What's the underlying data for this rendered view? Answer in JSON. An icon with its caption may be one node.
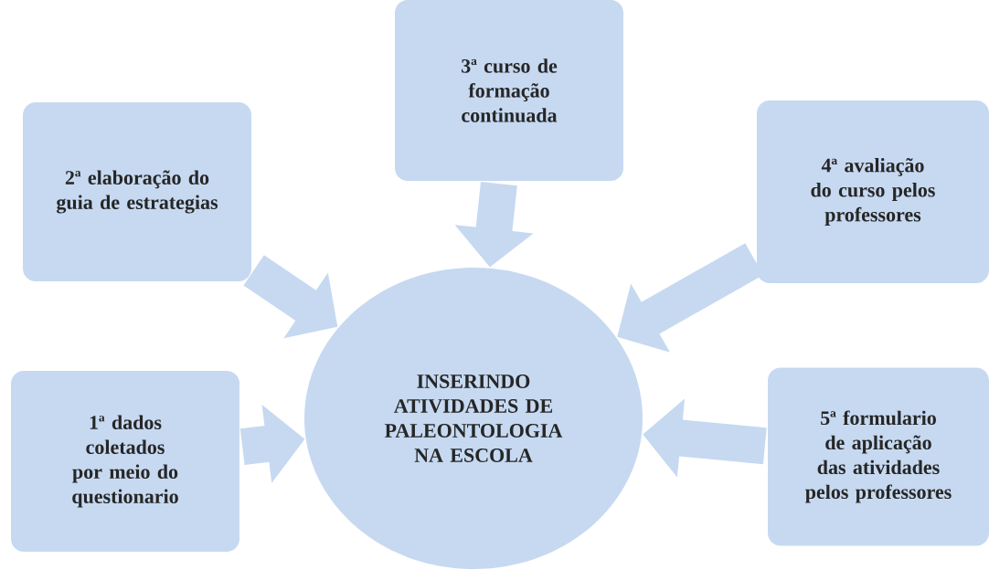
{
  "diagram": {
    "nodes": [
      {
        "text": [
          "INSERINDO ATIVIDADES DE PALEONTOLOGIA NA ESCOLA"
        ]
      },
      {
        "text": [
          "1ª dados coletados por meio do questionario"
        ]
      },
      {
        "text": [
          "2ª elaboração  do guia de estrategias"
        ]
      },
      {
        "text": [
          "3ª curso de formação continuada"
        ]
      },
      {
        "text": [
          "4ª avaliação do curso  pelos professores"
        ]
      },
      {
        "text": [
          "5ª formulario de aplicação das atividades pelos professores"
        ]
      }
    ],
    "edges": [
      {
        "from": 1,
        "to": 0,
        "arrow": "to"
      },
      {
        "from": 2,
        "to": 0,
        "arrow": "to"
      },
      {
        "from": 3,
        "to": 0,
        "arrow": "to"
      },
      {
        "from": 4,
        "to": 0,
        "arrow": "to"
      },
      {
        "from": 5,
        "to": 0,
        "arrow": "to"
      }
    ]
  }
}
